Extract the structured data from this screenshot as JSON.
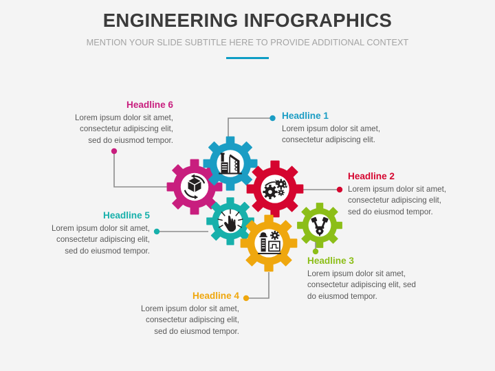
{
  "header": {
    "title": "ENGINEERING INFOGRAPHICS",
    "subtitle": "MENTION YOUR SLIDE SUBTITLE HERE TO PROVIDE ADDITIONAL CONTEXT",
    "divider_color": "#0d9dc4",
    "title_color": "#3b3b3b",
    "subtitle_color": "#a3a3a3"
  },
  "background_color": "#f4f4f4",
  "body_text_color": "#595959",
  "connector_line_color": "#8c8c8c",
  "items": [
    {
      "id": "headline-1",
      "headline": "Headline 1",
      "body": "Lorem ipsum dolor sit amet,\nconsectetur adipiscing elit.",
      "color": "#1b9dc4",
      "align": "left",
      "icon": "factory-icon",
      "gear_label": "blue-gear"
    },
    {
      "id": "headline-2",
      "headline": "Headline 2",
      "body": "Lorem ipsum dolor sit amet,\nconsectetur adipiscing elit,\nsed do eiusmod tempor.",
      "color": "#d5052f",
      "align": "left",
      "icon": "cogs-icon",
      "gear_label": "red-gear"
    },
    {
      "id": "headline-3",
      "headline": "Headline 3",
      "body": "Lorem ipsum dolor sit amet,\nconsectetur adipiscing elit, sed\ndo eiusmod tempor.",
      "color": "#8cbe18",
      "align": "left",
      "icon": "pistons-icon",
      "gear_label": "green-gear"
    },
    {
      "id": "headline-4",
      "headline": "Headline 4",
      "body": "Lorem ipsum dolor sit amet,\nconsectetur adipiscing elit,\nsed do eiusmod tempor.",
      "color": "#efa70e",
      "align": "right",
      "icon": "blueprint-icon",
      "gear_label": "yellow-gear"
    },
    {
      "id": "headline-5",
      "headline": "Headline 5",
      "body": "Lorem ipsum dolor sit amet,\nconsectetur adipiscing elit,\nsed do eiusmod tempor.",
      "color": "#17b0ab",
      "align": "right",
      "icon": "hand-touch-icon",
      "gear_label": "teal-gear"
    },
    {
      "id": "headline-6",
      "headline": "Headline 6",
      "body": "Lorem ipsum dolor sit amet,\nconsectetur adipiscing elit,\nsed do eiusmod tempor.",
      "color": "#c81e7e",
      "align": "right",
      "icon": "cube-rotate-icon",
      "gear_label": "magenta-gear"
    }
  ]
}
